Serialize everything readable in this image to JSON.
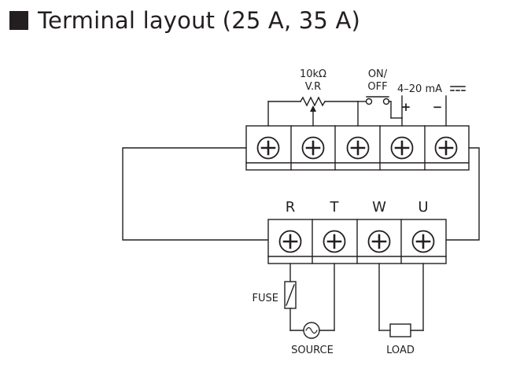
{
  "title": "Terminal layout (25 A, 35 A)",
  "colors": {
    "ink": "#231f20",
    "background": "#ffffff"
  },
  "icons": {
    "heading_marker": "square-icon",
    "terminal": "plus-screw-icon",
    "source": "ac-sine-icon",
    "dc": "dc-symbol-icon"
  },
  "control": {
    "terminal_count": 5,
    "vr_value": "10kΩ",
    "vr_label": "V.R",
    "switch_label_top": "ON/",
    "switch_label_bottom": "OFF",
    "signal_label": "4–20 mA",
    "plus_label": "+",
    "minus_label": "−"
  },
  "power": {
    "terminals": [
      "R",
      "T",
      "W",
      "U"
    ],
    "fuse_label": "FUSE",
    "source_label": "SOURCE",
    "load_label": "LOAD"
  }
}
